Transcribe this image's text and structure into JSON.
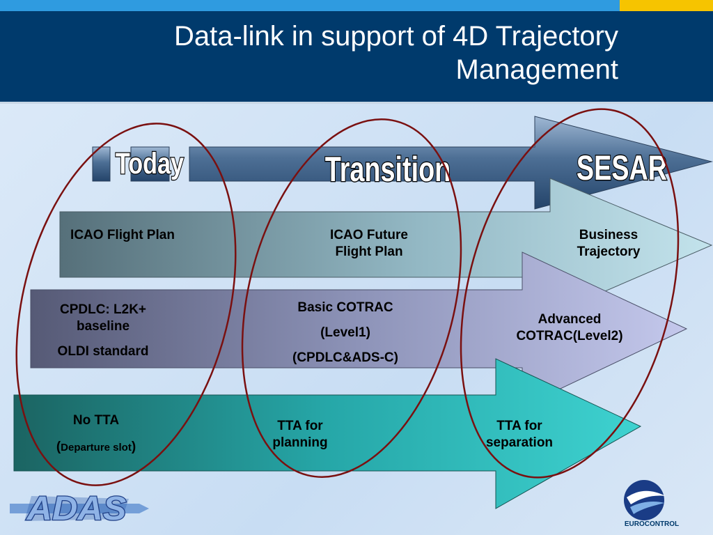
{
  "slide": {
    "title_line1": "Data-link in support of 4D Trajectory",
    "title_line2": "Management"
  },
  "phases": {
    "today": "Today",
    "transition": "Transition",
    "sesar": "SESAR"
  },
  "rows": [
    {
      "today": "ICAO Flight Plan",
      "transition": "ICAO Future Flight Plan",
      "sesar": "Business Trajectory"
    },
    {
      "today_line1": "CPDLC: L2K+ baseline",
      "today_line2": "OLDI standard",
      "transition_line1": "Basic COTRAC",
      "transition_line2": "(Level1)",
      "transition_line3": "(CPDLC&ADS-C)",
      "sesar": "Advanced COTRAC(Level2)"
    },
    {
      "today_line1": "No TTA",
      "today_paren_open": "(",
      "today_line2": "Departure slot",
      "today_paren_close": ")",
      "transition": "TTA for planning",
      "sesar": "TTA for separation"
    }
  ],
  "logos": {
    "adas": "ADAS",
    "eurocontrol": "EUROCONTROL"
  },
  "colors": {
    "header": "#003a6c",
    "accent_blue": "#2f9be0",
    "accent_yellow": "#f6c400",
    "ellipse": "#7a1010"
  }
}
